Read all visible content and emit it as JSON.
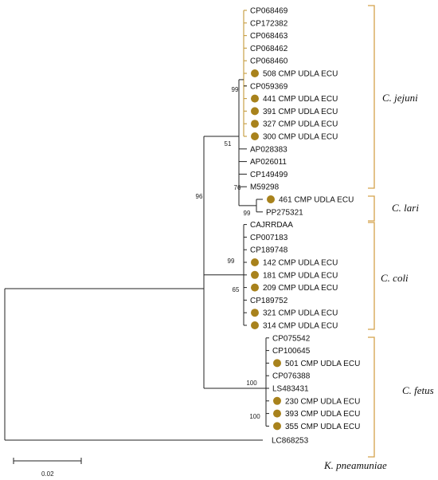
{
  "colors": {
    "marker": "#a8821c",
    "bracket": "#d4a24a",
    "line": "#222222",
    "highlight": "#c9a24a"
  },
  "taxa": [
    {
      "label": "CP068469",
      "marked": false
    },
    {
      "label": "CP172382",
      "marked": false
    },
    {
      "label": "CP068463",
      "marked": false
    },
    {
      "label": "CP068462",
      "marked": false
    },
    {
      "label": "CP068460",
      "marked": false
    },
    {
      "label": "508 CMP UDLA ECU",
      "marked": true
    },
    {
      "label": "CP059369",
      "marked": false
    },
    {
      "label": "441 CMP UDLA ECU",
      "marked": true
    },
    {
      "label": "391 CMP UDLA ECU",
      "marked": true
    },
    {
      "label": "327 CMP UDLA ECU",
      "marked": true
    },
    {
      "label": "300 CMP UDLA ECU",
      "marked": true
    },
    {
      "label": "AP028383",
      "marked": false
    },
    {
      "label": "AP026011",
      "marked": false
    },
    {
      "label": "CP149499",
      "marked": false
    },
    {
      "label": "M59298",
      "marked": false
    },
    {
      "label": "461 CMP UDLA ECU",
      "marked": true
    },
    {
      "label": "PP275321",
      "marked": false
    },
    {
      "label": "CAJRRDAA",
      "marked": false
    },
    {
      "label": "CP007183",
      "marked": false
    },
    {
      "label": "CP189748",
      "marked": false
    },
    {
      "label": "142 CMP UDLA ECU",
      "marked": true
    },
    {
      "label": "181 CMP UDLA ECU",
      "marked": true
    },
    {
      "label": "209 CMP UDLA ECU",
      "marked": true
    },
    {
      "label": "CP189752",
      "marked": false
    },
    {
      "label": "321 CMP UDLA ECU",
      "marked": true
    },
    {
      "label": "314 CMP UDLA ECU",
      "marked": true
    },
    {
      "label": "CP075542",
      "marked": false
    },
    {
      "label": "CP100645",
      "marked": false
    },
    {
      "label": "501 CMP UDLA ECU",
      "marked": true
    },
    {
      "label": "CP076388",
      "marked": false
    },
    {
      "label": "LS483431",
      "marked": false
    },
    {
      "label": "230 CMP UDLA ECU",
      "marked": true
    },
    {
      "label": "393 CMP UDLA ECU",
      "marked": true
    },
    {
      "label": "355 CMP UDLA ECU",
      "marked": true
    }
  ],
  "outgroup": {
    "label": "LC868253",
    "species": "K. pneamuniae"
  },
  "clades": [
    {
      "name": "C. jejuni"
    },
    {
      "name": "C. lari"
    },
    {
      "name": "C. coli"
    },
    {
      "name": "C. fetus"
    }
  ],
  "bootstrap": [
    "99",
    "51",
    "76",
    "96",
    "99",
    "99",
    "65",
    "100",
    "100"
  ],
  "scale": {
    "label": "0.02"
  }
}
